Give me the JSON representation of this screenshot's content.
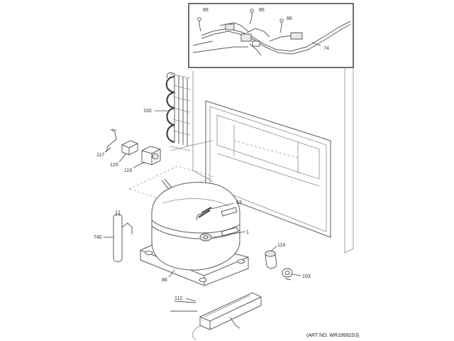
{
  "callouts": {
    "c86a": "86",
    "c86b": "86",
    "c86c": "86",
    "c74": "74",
    "c100": "100",
    "c117": "117",
    "c120": "120",
    "c119": "119",
    "c63": "63",
    "c1": "1",
    "c740": "740",
    "c114": "114",
    "c103": "103",
    "c88": "88",
    "c112": "112"
  },
  "art_number": "(ART NO. WR19992S3)"
}
